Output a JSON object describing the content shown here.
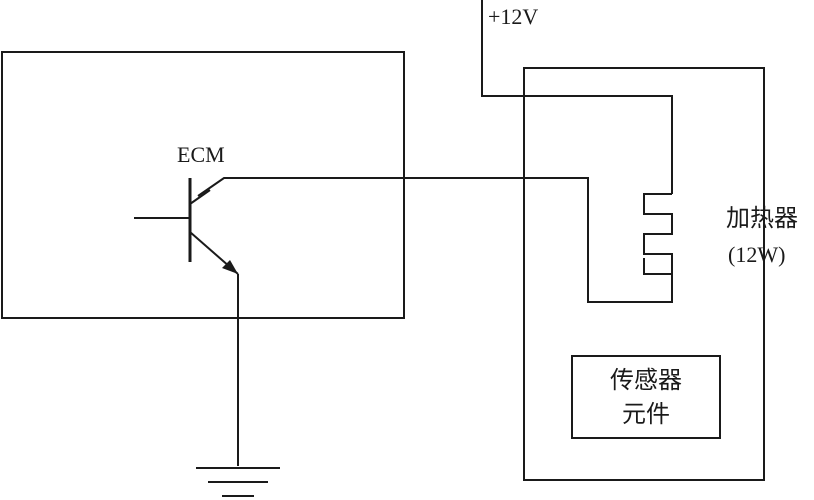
{
  "supply": {
    "label": "+12V"
  },
  "ecm": {
    "label": "ECM"
  },
  "heater": {
    "label": "加热器",
    "power": "(12W)"
  },
  "sensor": {
    "line1": "传感器",
    "line2": "元件"
  },
  "colors": {
    "line": "#1a1a1a",
    "background": "#ffffff"
  }
}
